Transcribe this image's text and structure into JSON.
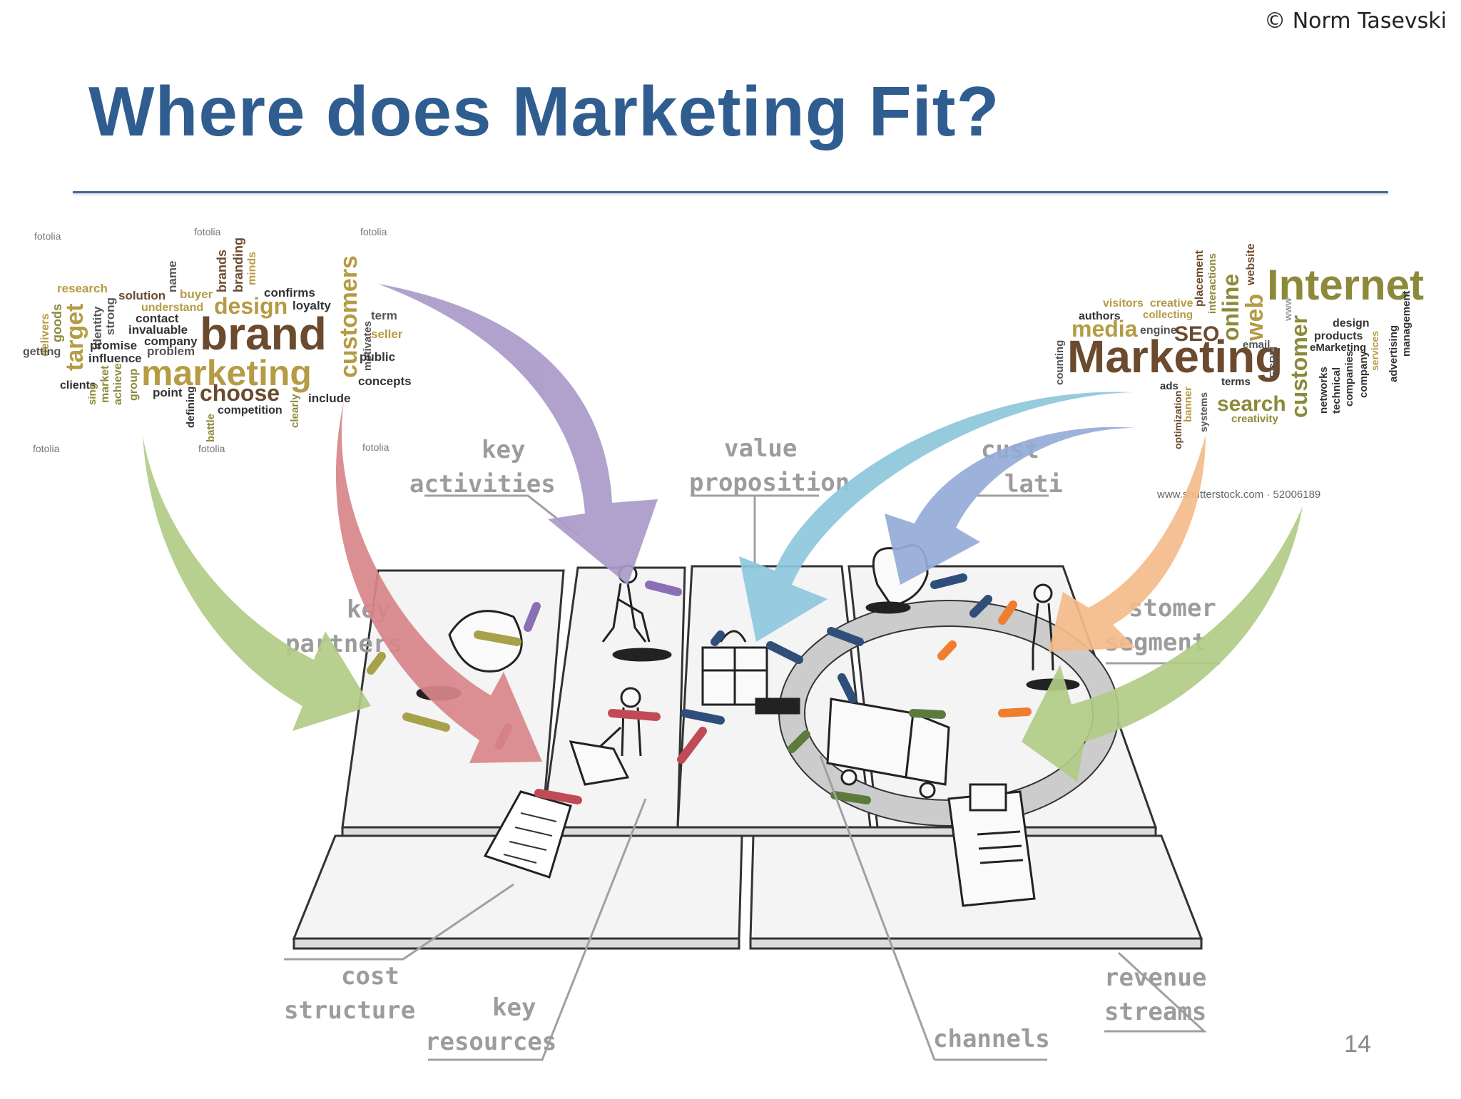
{
  "copyright": "© Norm Tasevski",
  "title": "Where does Marketing Fit?",
  "page_number": "14",
  "canvas_labels": {
    "key_activities": [
      "key",
      "activities"
    ],
    "value_proposition": [
      "value",
      "proposition"
    ],
    "customer_relationships": [
      "cust",
      "lati"
    ],
    "key_partners": [
      "key",
      "partners"
    ],
    "customer_segments": [
      "stomer",
      "segment"
    ],
    "cost_structure": [
      "cost",
      "structure"
    ],
    "key_resources": [
      "key",
      "resources"
    ],
    "channels": "channels",
    "revenue_streams": [
      "revenue",
      "streams"
    ]
  },
  "left_word_cloud": {
    "watermark": "fotolia",
    "words": [
      "research",
      "solution",
      "buyer",
      "name",
      "brands",
      "branding",
      "minds",
      "confirms",
      "design",
      "loyalty",
      "customers",
      "understand",
      "contact",
      "brand",
      "motivates",
      "term",
      "target",
      "goods",
      "identity",
      "strong",
      "invaluable",
      "company",
      "seller",
      "delivers",
      "getting",
      "promise",
      "problem",
      "marketing",
      "public",
      "influence",
      "clients",
      "market",
      "achieve",
      "group",
      "point",
      "defining",
      "choose",
      "concepts",
      "competition",
      "include",
      "battle",
      "clearly",
      "sing"
    ]
  },
  "right_word_cloud": {
    "watermark": "www.shutterstock.com · 52006189",
    "words": [
      "Internet",
      "Marketing",
      "visitors",
      "creative",
      "collecting",
      "placement",
      "interactions",
      "website",
      "online",
      "web",
      "authors",
      "media",
      "engine",
      "SEO",
      "email",
      "ECRM",
      "customer",
      "design",
      "products",
      "eMarketing",
      "counting",
      "ads",
      "terms",
      "search",
      "creativity",
      "banner",
      "optimization",
      "systems",
      "networks",
      "technical",
      "companies",
      "services",
      "advertising",
      "management",
      "company",
      "www"
    ]
  },
  "colors": {
    "title": "#2f5d90",
    "rule": "#3e6a98",
    "arrow_purple": "#a99ac8",
    "arrow_red": "#d9868a",
    "arrow_green": "#b1cc86",
    "arrow_light_blue": "#8ec7dc",
    "arrow_blue": "#95acd8",
    "arrow_orange": "#f5bb8a",
    "wc_brown": "#6b4a2e",
    "wc_olive": "#8c8a3a",
    "wc_gold": "#b59b43",
    "wc_gray": "#555555"
  }
}
